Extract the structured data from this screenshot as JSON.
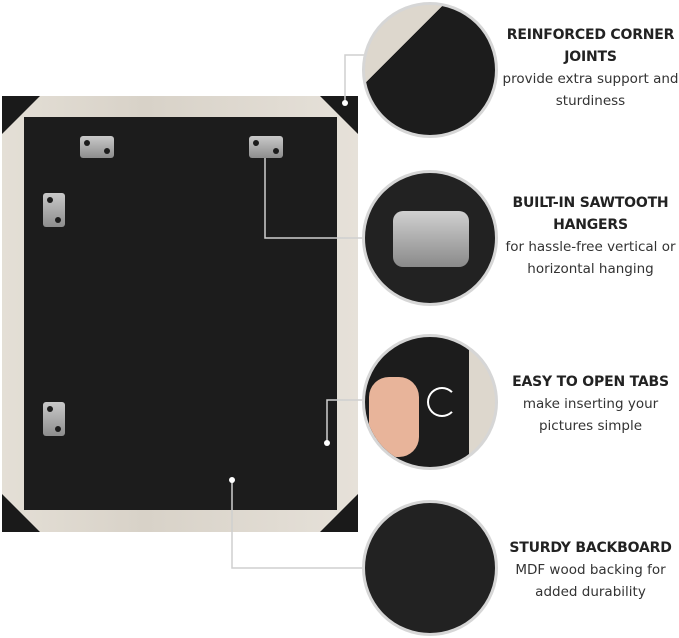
{
  "features": [
    {
      "title": "REINFORCED CORNER JOINTS",
      "desc": "provide extra support and sturdiness",
      "icon": "corner-joint-icon"
    },
    {
      "title": "BUILT-IN SAWTOOTH HANGERS",
      "desc": "for hassle-free vertical or horizontal hanging",
      "icon": "sawtooth-hanger-icon"
    },
    {
      "title": "EASY TO OPEN TABS",
      "desc": "make inserting your pictures simple",
      "icon": "tab-icon"
    },
    {
      "title": "STURDY BACKBOARD",
      "desc": "MDF wood backing for added durability",
      "icon": "backboard-icon"
    }
  ],
  "colors": {
    "wood": "#ddd7cd",
    "backboard": "#1c1c1c",
    "text": "#222222"
  }
}
